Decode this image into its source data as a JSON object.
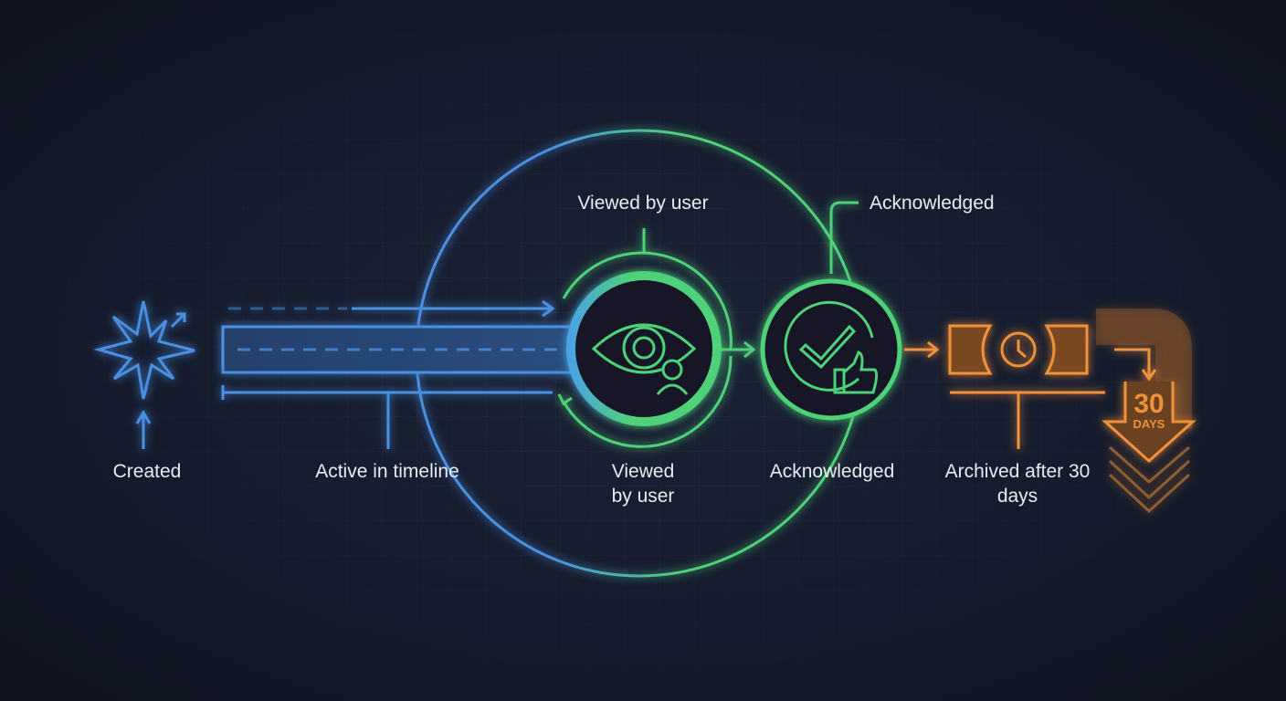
{
  "stages": [
    {
      "id": "created",
      "label": "Created",
      "icon": "starburst-icon",
      "color": "#4a90e2"
    },
    {
      "id": "active",
      "label": "Active in timeline",
      "icon": "timeline-bar-icon",
      "color": "#4a90e2"
    },
    {
      "id": "viewed",
      "label": "Viewed by user",
      "label_top": "Viewed by user",
      "icon": "eye-user-icon",
      "color": "#4fd17a"
    },
    {
      "id": "acknowledged",
      "label": "Acknowledged",
      "label_top": "Acknowledged",
      "icon": "check-thumbs-up-icon",
      "color": "#4fd17a"
    },
    {
      "id": "archived",
      "label": "Archived after 30 days",
      "icon": "clock-icon",
      "color": "#f0913a"
    }
  ],
  "archive_badge": {
    "number": "30",
    "unit": "DAYS"
  },
  "colors": {
    "background": "#141a2b",
    "blue": "#4a90e2",
    "green": "#4fd17a",
    "orange": "#f0913a",
    "text": "#e8ecf2"
  }
}
